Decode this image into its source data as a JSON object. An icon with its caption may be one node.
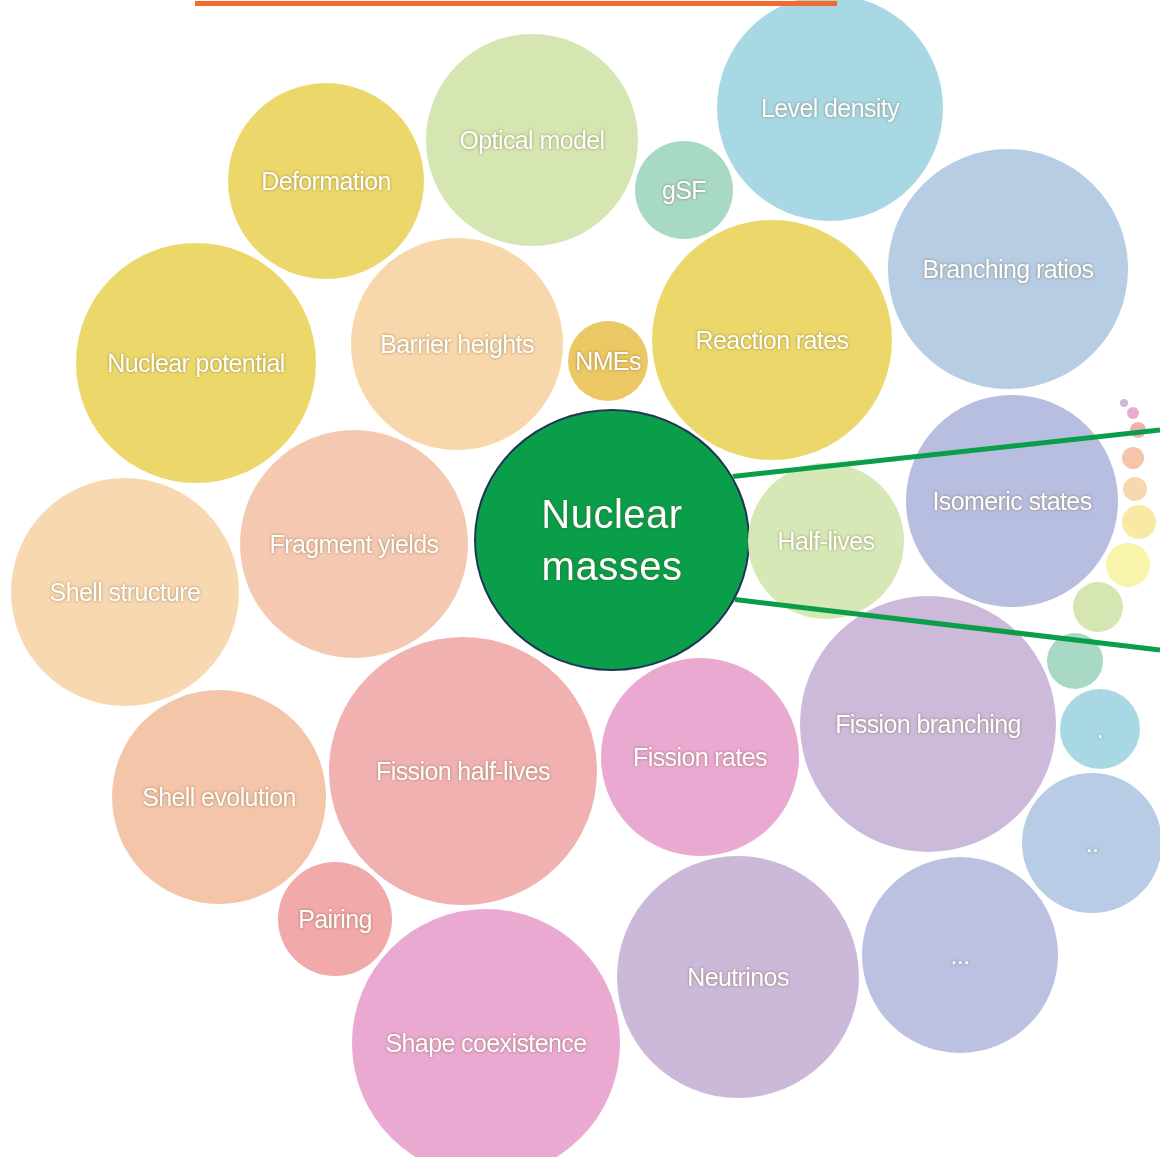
{
  "diagram": {
    "nodes": [
      {
        "text": [
          "Level density"
        ]
      },
      {
        "text": [
          "Optical model"
        ]
      },
      {
        "text": [
          "Deformation"
        ]
      },
      {
        "text": [
          "gSF"
        ]
      },
      {
        "text": [
          "Branching ratios"
        ]
      },
      {
        "text": [
          "Reaction rates"
        ]
      },
      {
        "text": [
          "Barrier heights"
        ]
      },
      {
        "text": [
          "NMEs"
        ]
      },
      {
        "text": [
          "Nuclear potential"
        ]
      },
      {
        "text": [
          "Isomeric states"
        ]
      },
      {
        "text": [
          "Nuclear masses"
        ]
      },
      {
        "text": [
          "Half-lives"
        ]
      },
      {
        "text": [
          "Fragment yields"
        ]
      },
      {
        "text": [
          "Shell structure"
        ]
      },
      {
        "text": [
          "Fission branching"
        ]
      },
      {
        "text": [
          "."
        ]
      },
      {
        "text": [
          "Fission rates"
        ]
      },
      {
        "text": [
          "Fission half-lives"
        ]
      },
      {
        "text": [
          "Shell evolution"
        ]
      },
      {
        "text": [
          ".."
        ]
      },
      {
        "text": [
          "Pairing"
        ]
      },
      {
        "text": [
          "..."
        ]
      },
      {
        "text": [
          "Neutrinos"
        ]
      },
      {
        "text": [
          "Shape coexistence"
        ]
      },
      {
        "text": [],
        "shape": "circle"
      },
      {
        "text": [],
        "shape": "circle"
      },
      {
        "text": [],
        "shape": "circle"
      },
      {
        "text": [],
        "shape": "circle"
      },
      {
        "text": [],
        "shape": "circle"
      },
      {
        "text": [],
        "shape": "circle"
      },
      {
        "text": [],
        "shape": "circle"
      },
      {
        "text": [],
        "shape": "circle"
      },
      {
        "text": [],
        "shape": "circle"
      }
    ],
    "edges": [
      {
        "from": 10,
        "to": null,
        "arrow": "none"
      },
      {
        "from": 10,
        "to": null,
        "arrow": "none"
      }
    ]
  }
}
